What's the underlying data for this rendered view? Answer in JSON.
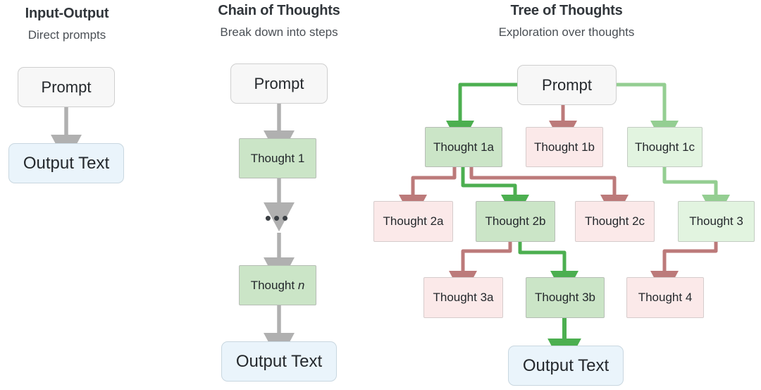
{
  "columns": [
    {
      "id": "input-output",
      "title": "Input-Output",
      "subtitle": "Direct prompts",
      "nodes": [
        {
          "id": "io-prompt",
          "label": "Prompt",
          "kind": "prompt"
        },
        {
          "id": "io-output",
          "label": "Output Text",
          "kind": "output"
        }
      ]
    },
    {
      "id": "chain-of-thoughts",
      "title": "Chain of Thoughts",
      "subtitle": "Break down into steps",
      "nodes": [
        {
          "id": "cot-prompt",
          "label": "Prompt",
          "kind": "prompt"
        },
        {
          "id": "cot-t1",
          "label": "Thought 1",
          "kind": "thought-green"
        },
        {
          "id": "cot-ellipsis",
          "label": "•••",
          "kind": "ellipsis"
        },
        {
          "id": "cot-tn",
          "label": "Thought n",
          "kind": "thought-green",
          "italic_tail": "n"
        },
        {
          "id": "cot-output",
          "label": "Output Text",
          "kind": "output"
        }
      ]
    },
    {
      "id": "tree-of-thoughts",
      "title": "Tree of Thoughts",
      "subtitle": "Exploration over thoughts",
      "nodes": [
        {
          "id": "tot-prompt",
          "label": "Prompt",
          "kind": "prompt"
        },
        {
          "id": "tot-t1a",
          "label": "Thought 1a",
          "kind": "thought-green-dark"
        },
        {
          "id": "tot-t1b",
          "label": "Thought 1b",
          "kind": "thought-pink"
        },
        {
          "id": "tot-t1c",
          "label": "Thought 1c",
          "kind": "thought-green-light"
        },
        {
          "id": "tot-t2a",
          "label": "Thought 2a",
          "kind": "thought-pink"
        },
        {
          "id": "tot-t2b",
          "label": "Thought 2b",
          "kind": "thought-green-dark"
        },
        {
          "id": "tot-t2c",
          "label": "Thought 2c",
          "kind": "thought-pink"
        },
        {
          "id": "tot-t3",
          "label": "Thought 3",
          "kind": "thought-green-light"
        },
        {
          "id": "tot-t3a",
          "label": "Thought 3a",
          "kind": "thought-pink"
        },
        {
          "id": "tot-t3b",
          "label": "Thought 3b",
          "kind": "thought-green-dark"
        },
        {
          "id": "tot-t4",
          "label": "Thought 4",
          "kind": "thought-pink"
        },
        {
          "id": "tot-output",
          "label": "Output Text",
          "kind": "output"
        }
      ]
    }
  ],
  "colors": {
    "arrow_gray": "#b0b0b0",
    "arrow_green_dark": "#4caf50",
    "arrow_green_light": "#94ce92",
    "arrow_red": "#bc7a7a",
    "box_prompt_fill": "#f7f7f7",
    "box_output_fill": "#eaf4fb",
    "box_green_dark_fill": "#cbe5c7",
    "box_green_light_fill": "#e2f4e0",
    "box_pink_fill": "#fbe9e9",
    "text": "#24282c",
    "background": "#ffffff"
  },
  "edges": [
    {
      "id": "io-prompt-to-output",
      "from": "io-prompt",
      "to": "io-output",
      "color": "arrow_gray"
    },
    {
      "id": "cot-prompt-to-t1",
      "from": "cot-prompt",
      "to": "cot-t1",
      "color": "arrow_gray"
    },
    {
      "id": "cot-t1-to-ellipsis",
      "from": "cot-t1",
      "to": "cot-ellipsis",
      "color": "arrow_gray"
    },
    {
      "id": "cot-ellipsis-to-tn",
      "from": "cot-ellipsis",
      "to": "cot-tn",
      "color": "arrow_gray"
    },
    {
      "id": "cot-tn-to-output",
      "from": "cot-tn",
      "to": "cot-output",
      "color": "arrow_gray"
    },
    {
      "id": "tot-prompt-to-t1a",
      "from": "tot-prompt",
      "to": "tot-t1a",
      "color": "arrow_green_dark"
    },
    {
      "id": "tot-prompt-to-t1b",
      "from": "tot-prompt",
      "to": "tot-t1b",
      "color": "arrow_red"
    },
    {
      "id": "tot-prompt-to-t1c",
      "from": "tot-prompt",
      "to": "tot-t1c",
      "color": "arrow_green_light"
    },
    {
      "id": "tot-t1a-to-t2a",
      "from": "tot-t1a",
      "to": "tot-t2a",
      "color": "arrow_red"
    },
    {
      "id": "tot-t1a-to-t2b",
      "from": "tot-t1a",
      "to": "tot-t2b",
      "color": "arrow_green_dark"
    },
    {
      "id": "tot-t1a-to-t2c",
      "from": "tot-t1a",
      "to": "tot-t2c",
      "color": "arrow_red"
    },
    {
      "id": "tot-t1c-to-t3",
      "from": "tot-t1c",
      "to": "tot-t3",
      "color": "arrow_green_light"
    },
    {
      "id": "tot-t2b-to-t3a",
      "from": "tot-t2b",
      "to": "tot-t3a",
      "color": "arrow_red"
    },
    {
      "id": "tot-t2b-to-t3b",
      "from": "tot-t2b",
      "to": "tot-t3b",
      "color": "arrow_green_dark"
    },
    {
      "id": "tot-t3-to-t4",
      "from": "tot-t3",
      "to": "tot-t4",
      "color": "arrow_red"
    },
    {
      "id": "tot-t3b-to-output",
      "from": "tot-t3b",
      "to": "tot-output",
      "color": "arrow_green_dark"
    }
  ]
}
